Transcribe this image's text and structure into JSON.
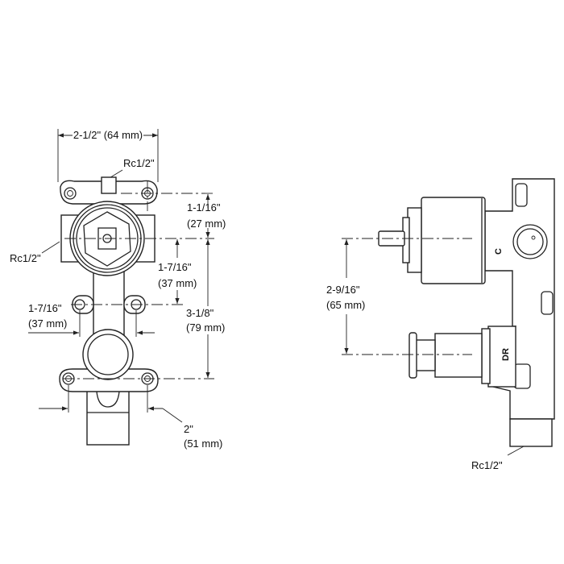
{
  "front_view": {
    "width_dim": "2-1/2\" (64 mm)",
    "top_port": "Rc1/2\"",
    "side_port": "Rc1/2\"",
    "dim_top_in": "1-1/16\"",
    "dim_top_mm": "(27 mm)",
    "dim_mid_in": "1-7/16\"",
    "dim_mid_mm": "(37 mm)",
    "dim_total_in": "3-1/8\"",
    "dim_total_mm": "(79 mm)",
    "dim_lug_in": "1-7/16\"",
    "dim_lug_mm": "(37 mm)",
    "dim_bottom_in": "2\"",
    "dim_bottom_mm": "(51 mm)"
  },
  "side_view": {
    "dim_in": "2-9/16\"",
    "dim_mm": "(65 mm)",
    "outlet_port": "Rc1/2\"",
    "mark_c": "C",
    "mark_dr": "DR"
  }
}
